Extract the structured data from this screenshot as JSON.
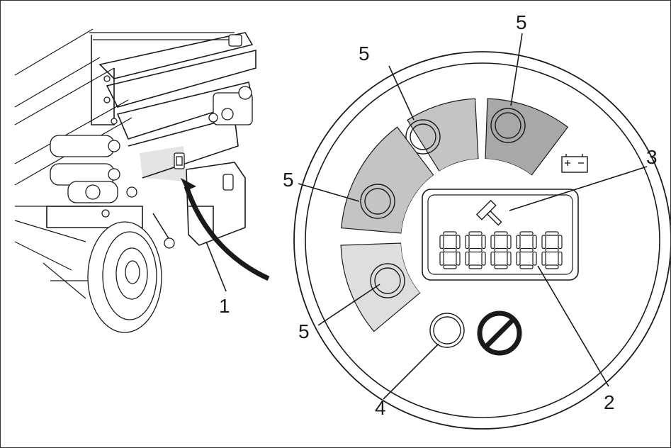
{
  "callouts": {
    "label_1": "1",
    "label_2": "2",
    "label_3": "3",
    "label_4": "4",
    "label_5a": "5",
    "label_5b": "5",
    "label_5c": "5",
    "label_5d": "5"
  },
  "display": {
    "digits": "88888"
  },
  "icons": {
    "battery": "battery-icon",
    "hammer": "hammer-icon",
    "prohibited": "prohibited-icon"
  },
  "colors": {
    "segment_dark": "#a8a8a8",
    "segment_mid": "#c4c4c4",
    "segment_light": "#dedede",
    "ink": "#1a1a1a"
  }
}
